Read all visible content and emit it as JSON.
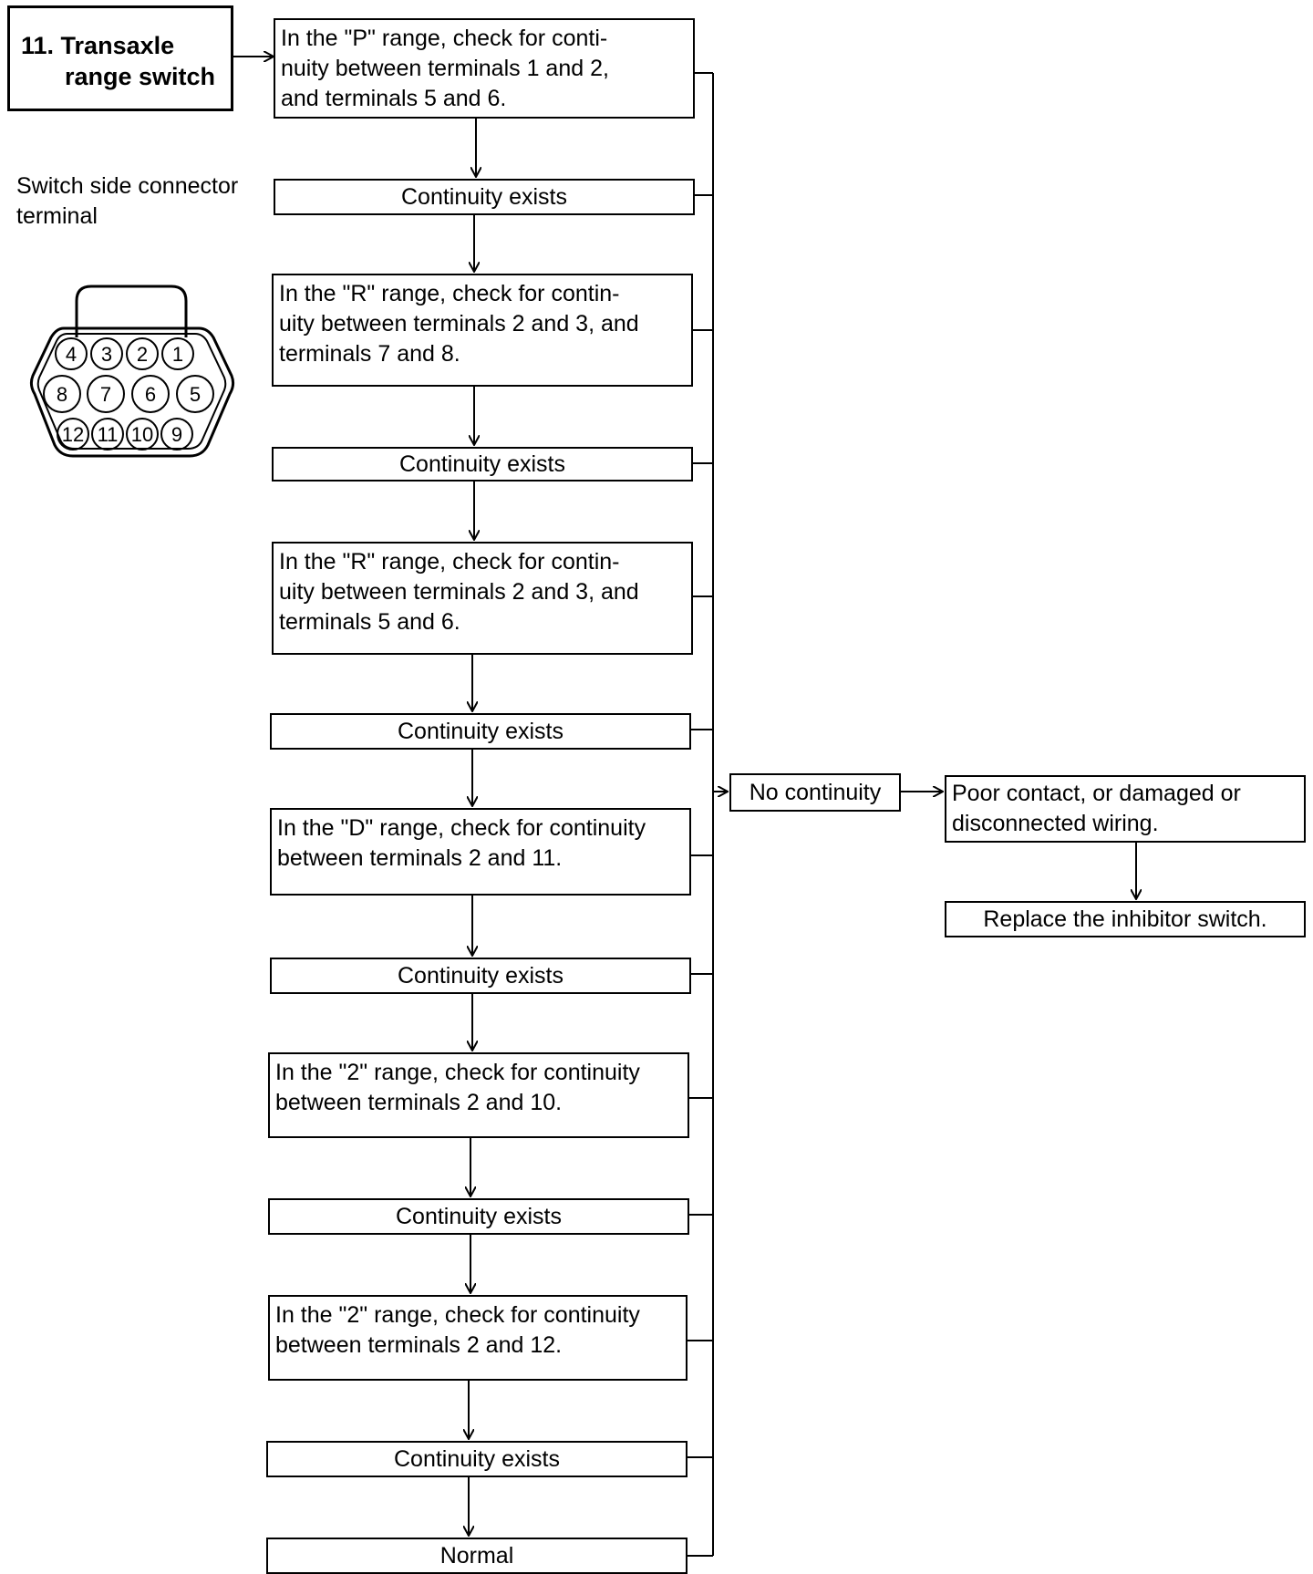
{
  "title": {
    "line1": "11. Transaxle",
    "line2": "range switch"
  },
  "connector_label": {
    "line1": "Switch side connector",
    "line2": "terminal"
  },
  "connector": {
    "row1": [
      "4",
      "3",
      "2",
      "1"
    ],
    "row2": [
      "8",
      "7",
      "6",
      "5"
    ],
    "row3": [
      "12",
      "11",
      "10",
      "9"
    ]
  },
  "steps": {
    "check_p": [
      "In the \"P\" range, check for conti-",
      "nuity between terminals 1 and 2,",
      "and terminals 5 and 6."
    ],
    "check_r1": [
      "In the \"R\" range, check for contin-",
      "uity between terminals 2 and 3, and",
      "terminals 7 and 8."
    ],
    "check_r2": [
      "In the \"R\" range, check for contin-",
      "uity between terminals 2 and 3, and",
      "terminals 5 and 6."
    ],
    "check_d": [
      "In the \"D\" range, check for continuity",
      "between terminals 2 and 11."
    ],
    "check_2a": [
      "In the \"2\" range, check for continuity",
      "between terminals 2 and 10."
    ],
    "check_2b": [
      "In the \"2\" range, check for continuity",
      "between terminals 2 and 12."
    ],
    "continuity_exists": "Continuity exists",
    "normal": "Normal"
  },
  "fail_path": {
    "no_continuity": "No continuity",
    "cause": [
      "Poor contact, or damaged or",
      "disconnected wiring."
    ],
    "action": "Replace the inhibitor switch."
  }
}
